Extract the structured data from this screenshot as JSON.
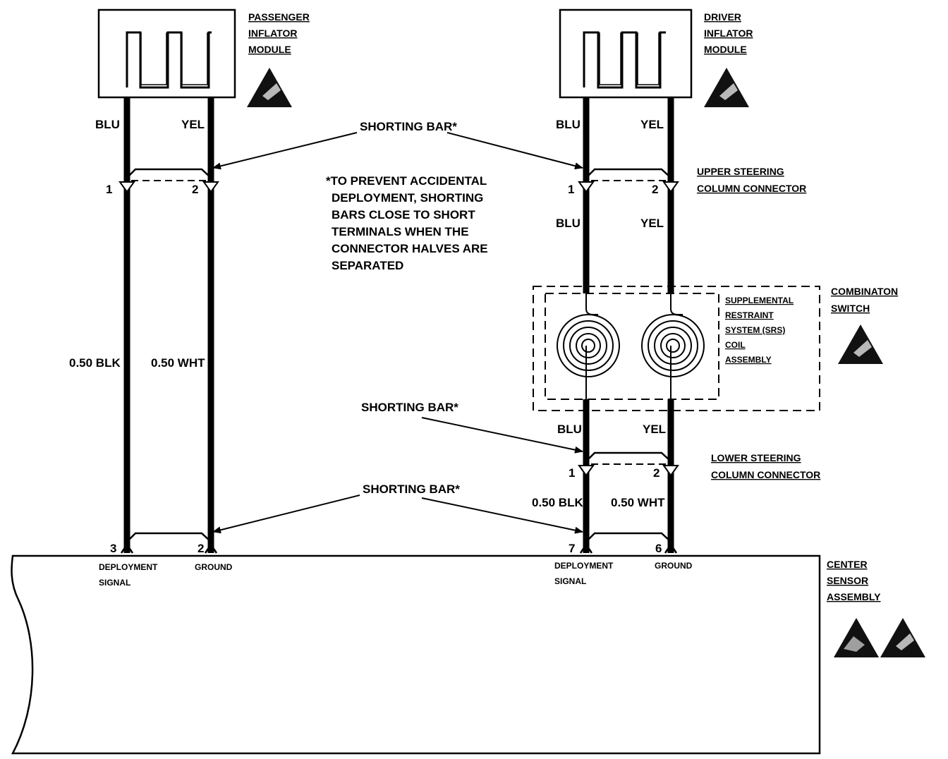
{
  "passenger_module": {
    "line1": "PASSENGER",
    "line2": "INFLATOR",
    "line3": "MODULE"
  },
  "driver_module": {
    "line1": "DRIVER",
    "line2": "INFLATOR",
    "line3": "MODULE"
  },
  "wires": {
    "blu": "BLU",
    "yel": "YEL",
    "blk": "0.50 BLK",
    "wht": "0.50 WHT"
  },
  "shorting_bar": "SHORTING BAR*",
  "note": {
    "line1": "*TO PREVENT ACCIDENTAL",
    "line2": "DEPLOYMENT, SHORTING",
    "line3": "BARS CLOSE TO SHORT",
    "line4": "TERMINALS WHEN THE",
    "line5": "CONNECTOR HALVES ARE",
    "line6": "SEPARATED"
  },
  "upper_connector": {
    "line1": "UPPER STEERING",
    "line2": "COLUMN CONNECTOR"
  },
  "lower_connector": {
    "line1": "LOWER STEERING",
    "line2": "COLUMN CONNECTOR"
  },
  "combination_switch": {
    "line1": "COMBINATON",
    "line2": "SWITCH"
  },
  "coil": {
    "line1": "SUPPLEMENTAL",
    "line2": "RESTRAINT",
    "line3": "SYSTEM (SRS)",
    "line4": "COIL",
    "line5": "ASSEMBLY"
  },
  "center_sensor": {
    "line1": "CENTER",
    "line2": "SENSOR",
    "line3": "ASSEMBLY"
  },
  "pins": {
    "p1": "1",
    "p2": "2",
    "p3": "3",
    "p6": "6",
    "p7": "7"
  },
  "terminals": {
    "deploy1": "DEPLOYMENT",
    "deploy2": "SIGNAL",
    "ground": "GROUND"
  }
}
